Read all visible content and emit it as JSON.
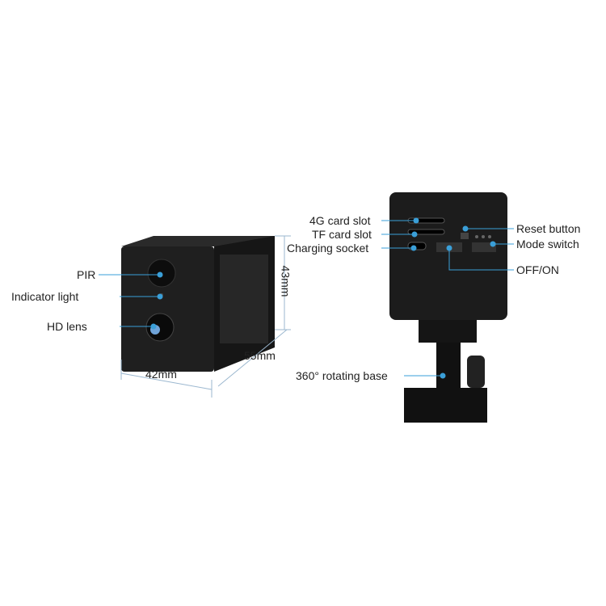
{
  "front_view": {
    "labels": {
      "pir": "PIR",
      "indicator": "Indicator light",
      "lens": "HD lens"
    },
    "dimensions": {
      "width": "42mm",
      "depth": "55mm",
      "height": "43mm"
    }
  },
  "back_view": {
    "labels": {
      "slot_4g": "4G card slot",
      "slot_tf": "TF card slot",
      "charging": "Charging socket",
      "reset": "Reset button",
      "mode": "Mode switch",
      "power": "OFF/ON",
      "base": "360° rotating base"
    }
  },
  "colors": {
    "callout": "#3a9fd8",
    "body": "#1c1c1c"
  }
}
